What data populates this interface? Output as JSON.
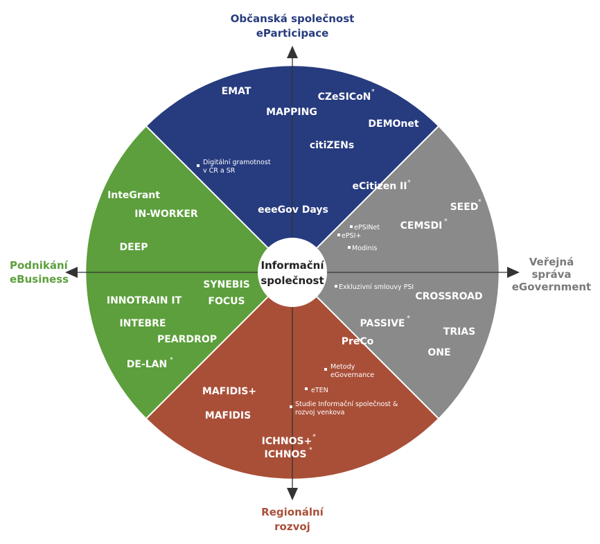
{
  "colors": {
    "top": "#273b7f",
    "left": "#5c9f3c",
    "bottom": "#a94f38",
    "right": "#8a8a8a",
    "axis_line": "#333333",
    "top_label": "#273b7f",
    "left_label": "#5c9f3c",
    "bottom_label": "#a94f38",
    "right_label": "#7a7a7a"
  },
  "center": {
    "line1": "Informační",
    "line2": "společnost"
  },
  "axes": {
    "top": {
      "line1": "Občanská společnost",
      "line2": "eParticipace"
    },
    "left": {
      "line1": "Podnikání",
      "line2": "eBusiness"
    },
    "right": {
      "line1": "Veřejná",
      "line2": "správa",
      "line3": "eGovernment"
    },
    "bottom": {
      "line1": "Regionální",
      "line2": "rozvoj"
    }
  },
  "sectors": {
    "top": {
      "projects": [
        "EMAT",
        "CZeSICoN",
        "MAPPING",
        "DEMOnet",
        "citiZENs",
        "eCitizen II",
        "eeeGov Days"
      ],
      "stars": [
        "*",
        "*"
      ],
      "notes": [
        "Digitální gramotnost",
        "v ČR a SR"
      ]
    },
    "left": {
      "projects": [
        "InteGrant",
        "IN-WORKER",
        "DEEP",
        "SYNEBIS",
        "FOCUS",
        "INNOTRAIN IT",
        "INTEBRE",
        "PEARDROP",
        "DE-LAN"
      ],
      "stars": [
        "*"
      ]
    },
    "right": {
      "projects": [
        "SEED",
        "CEMSDI",
        "CROSSROAD",
        "PASSIVE",
        "TRIAS",
        "PreCo",
        "ONE"
      ],
      "stars": [
        "*",
        "*",
        "*"
      ],
      "notes": [
        "ePSINet",
        "ePSI+",
        "Modinis",
        "Exkluzivní smlouvy PSI"
      ]
    },
    "bottom": {
      "projects": [
        "MAFIDIS+",
        "MAFIDIS",
        "ICHNOS+",
        "ICHNOS"
      ],
      "stars": [
        "*",
        "*"
      ],
      "notes": [
        "Metody",
        "eGovernance",
        "eTEN",
        "Studie Informační společnost &",
        "rozvoj venkova"
      ]
    }
  }
}
